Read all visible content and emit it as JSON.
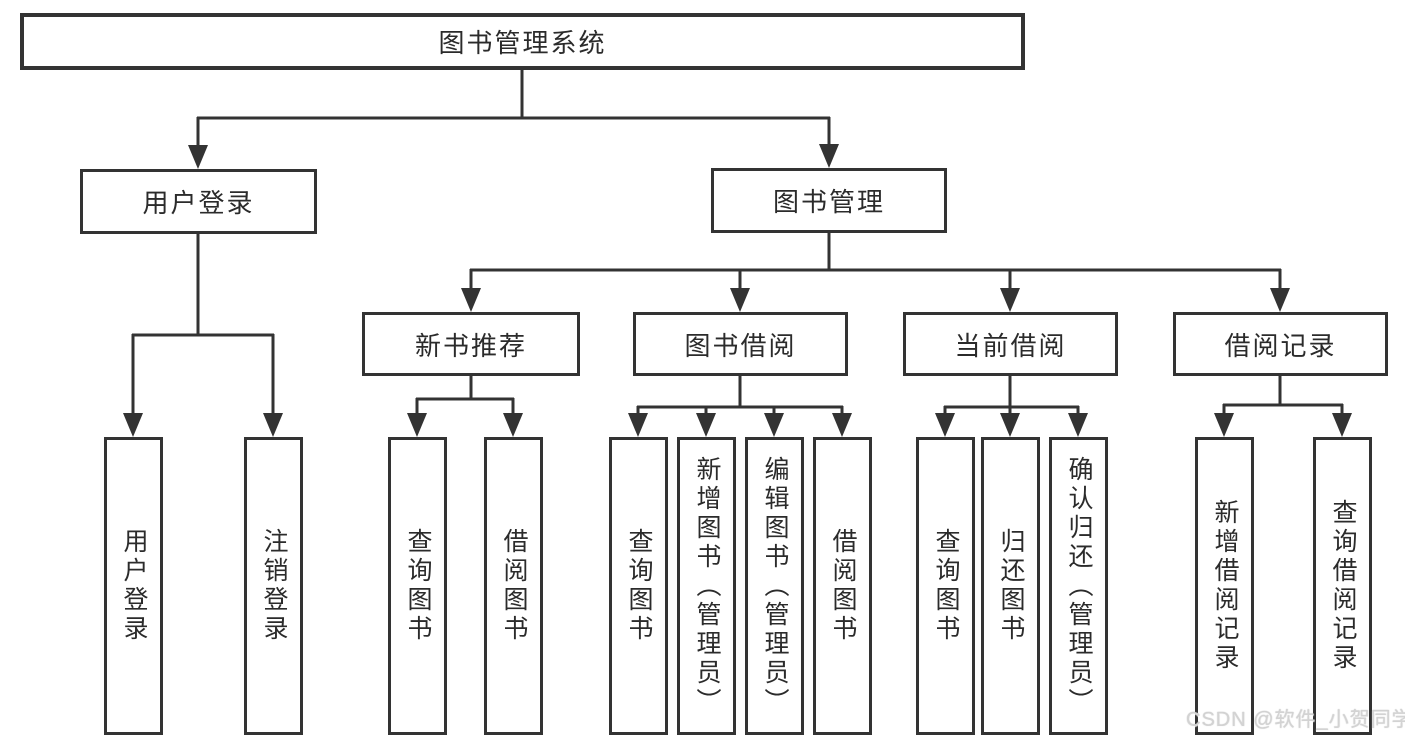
{
  "diagram": {
    "root": {
      "label": "图书管理系统"
    },
    "branches": [
      {
        "label": "用户登录",
        "children": [
          {
            "label": "用户登录"
          },
          {
            "label": "注销登录"
          }
        ]
      },
      {
        "label": "图书管理",
        "children": [
          {
            "label": "新书推荐",
            "children": [
              {
                "label": "查询图书"
              },
              {
                "label": "借阅图书"
              }
            ]
          },
          {
            "label": "图书借阅",
            "children": [
              {
                "label": "查询图书"
              },
              {
                "label": "新增图书（管理员）"
              },
              {
                "label": "编辑图书（管理员）"
              },
              {
                "label": "借阅图书"
              }
            ]
          },
          {
            "label": "当前借阅",
            "children": [
              {
                "label": "查询图书"
              },
              {
                "label": "归还图书"
              },
              {
                "label": "确认归还（管理员）"
              }
            ]
          },
          {
            "label": "借阅记录",
            "children": [
              {
                "label": "新增借阅记录"
              },
              {
                "label": "查询借阅记录"
              }
            ]
          }
        ]
      }
    ]
  },
  "watermark": {
    "text": "CSDN @软件_小贺同学"
  },
  "colors": {
    "line": "#333333",
    "box_border": "#333333",
    "text": "#2b2b2b",
    "background": "#ffffff",
    "watermark": "#d3d3d3"
  }
}
